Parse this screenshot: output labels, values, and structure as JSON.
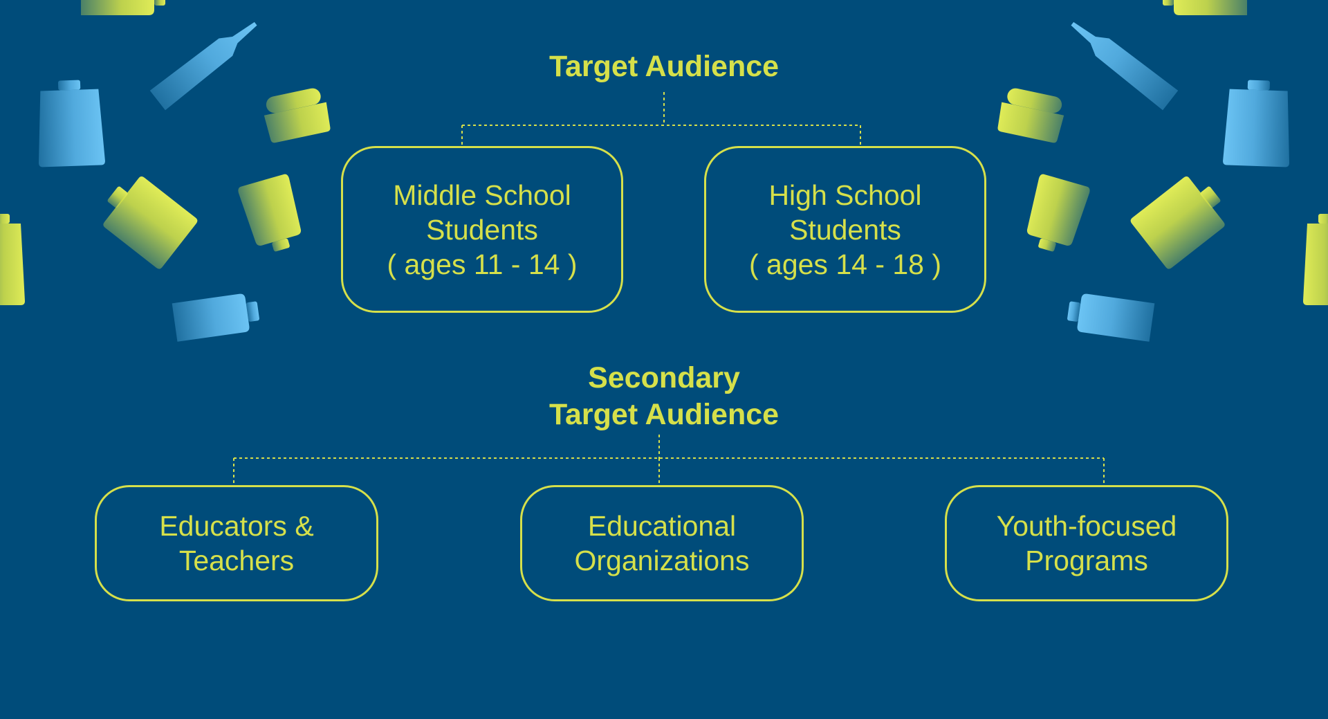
{
  "colors": {
    "background": "#004c7a",
    "accent": "#d6e04a",
    "icon_blue": "#5ab4e8",
    "icon_lime": "#d2e048"
  },
  "primary": {
    "title": "Target Audience",
    "nodes": [
      {
        "lines": [
          "Middle School",
          "Students",
          "( ages 11 - 14 )"
        ]
      },
      {
        "lines": [
          "High School",
          "Students",
          "( ages 14 - 18 )"
        ]
      }
    ]
  },
  "secondary": {
    "title_lines": [
      "Secondary",
      "Target Audience"
    ],
    "nodes": [
      {
        "lines": [
          "Educators &",
          "Teachers"
        ]
      },
      {
        "lines": [
          "Educational",
          "Organizations"
        ]
      },
      {
        "lines": [
          "Youth-focused",
          "Programs"
        ]
      }
    ]
  },
  "decor_icons": [
    "glue-tube-icon",
    "flask-bottle-icon",
    "jar-icon",
    "jug-icon",
    "sports-bottle-icon",
    "medicine-bottle-icon",
    "bottle-icon"
  ]
}
